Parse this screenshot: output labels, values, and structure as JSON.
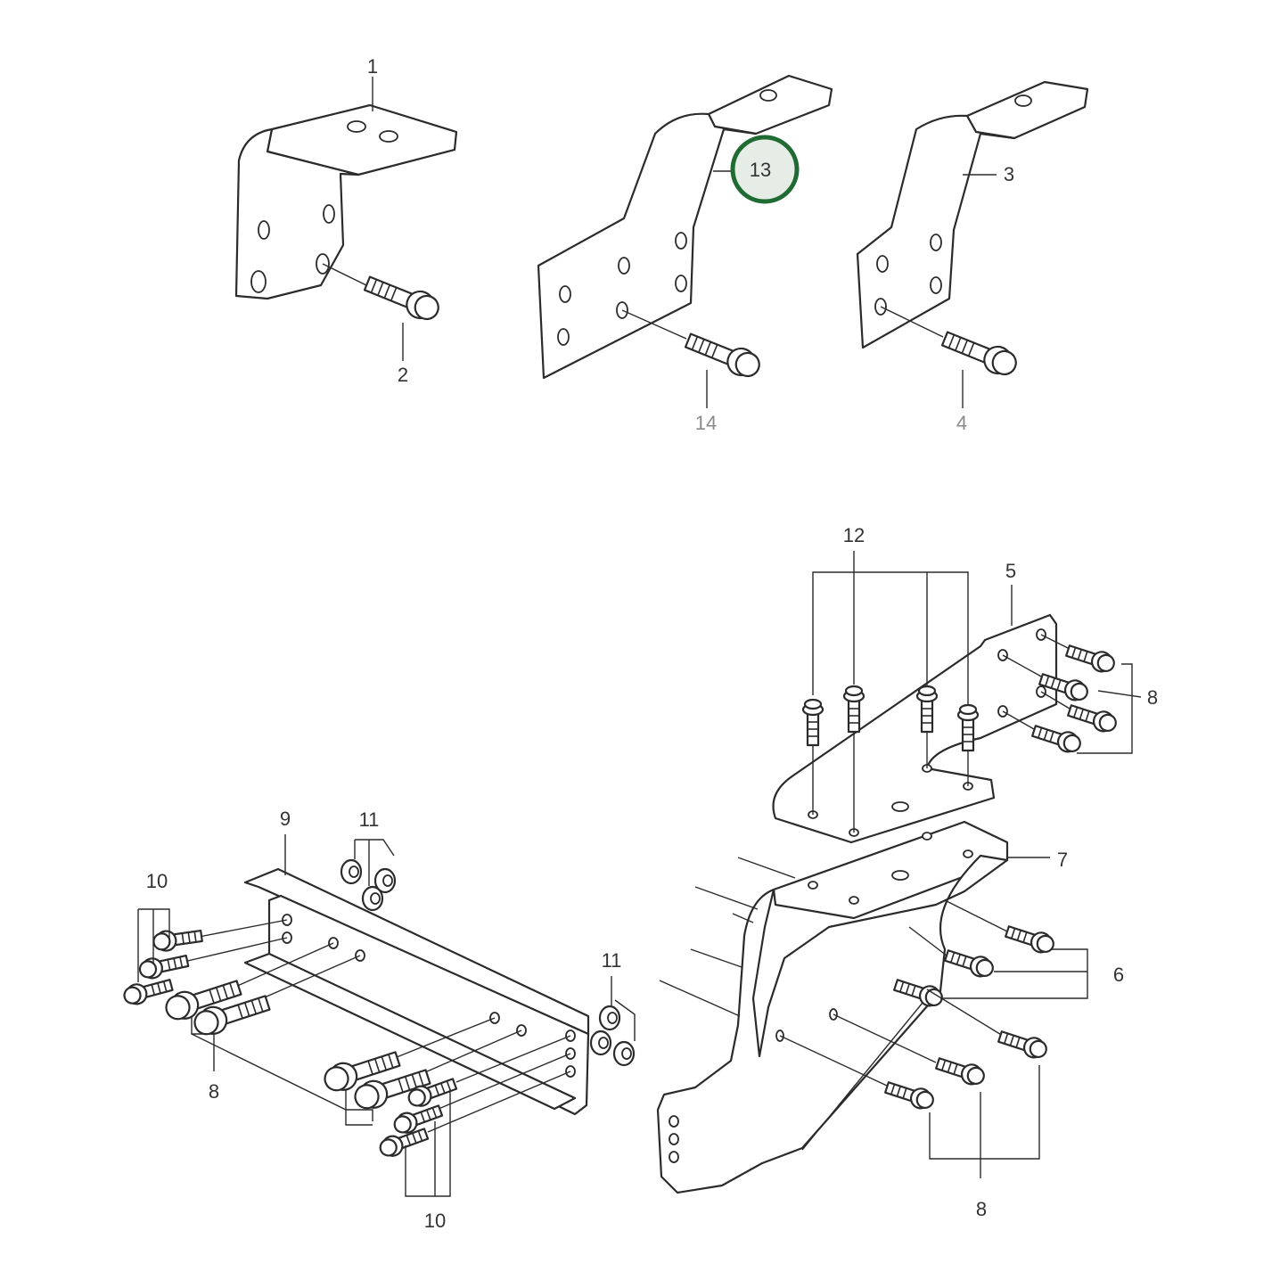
{
  "labels": {
    "l1": "1",
    "l2": "2",
    "l3": "3",
    "l4": "4",
    "l5": "5",
    "l6": "6",
    "l7": "7",
    "l8a": "8",
    "l8b": "8",
    "l8c": "8",
    "l9": "9",
    "l10a": "10",
    "l10b": "10",
    "l11a": "11",
    "l11b": "11",
    "l12": "12",
    "l13": "13",
    "l14": "14"
  },
  "highlight": {
    "label": "13",
    "ring_color": "#1f6b33",
    "fill_color": "#e6ece6"
  }
}
